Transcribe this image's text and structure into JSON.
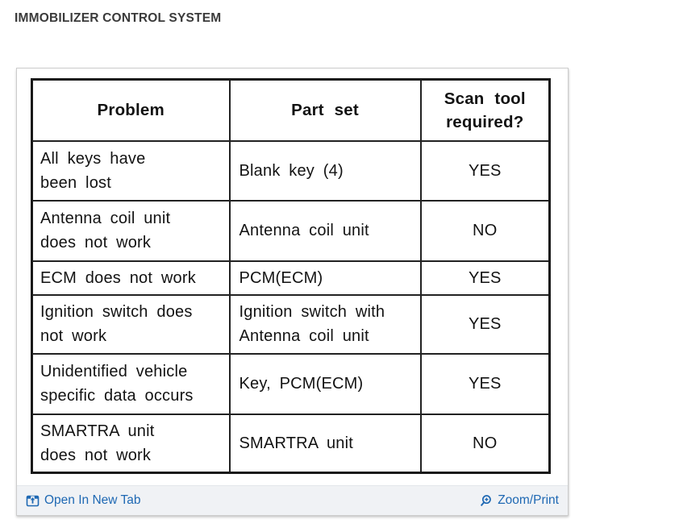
{
  "page": {
    "title": "IMMOBILIZER CONTROL SYSTEM"
  },
  "viewer": {
    "table": {
      "headers": [
        "Problem",
        "Part set",
        "Scan tool\nrequired?"
      ],
      "rows": [
        {
          "problem": "All keys have\nbeen lost",
          "part_set": "Blank key (4)",
          "scan_tool_required": "YES"
        },
        {
          "problem": "Antenna coil unit\ndoes not work",
          "part_set": "Antenna coil unit",
          "scan_tool_required": "NO"
        },
        {
          "problem": "ECM does not work",
          "part_set": "PCM(ECM)",
          "scan_tool_required": "YES"
        },
        {
          "problem": "Ignition switch does\nnot work",
          "part_set": "Ignition switch with\nAntenna coil unit",
          "scan_tool_required": "YES"
        },
        {
          "problem": "Unidentified vehicle\nspecific data occurs",
          "part_set": "Key, PCM(ECM)",
          "scan_tool_required": "YES"
        },
        {
          "problem": "SMARTRA unit\ndoes not work",
          "part_set": "SMARTRA unit",
          "scan_tool_required": "NO"
        }
      ]
    },
    "footer": {
      "open_in_new_tab_label": "Open In New Tab",
      "zoom_print_label": "Zoom/Print",
      "icons": {
        "open_in_new_tab": "window-with-up-arrow",
        "zoom_print": "magnifier-plus"
      }
    }
  },
  "colors": {
    "link_blue": "#1e68b3",
    "footer_bg": "#f0f2f5",
    "panel_border": "#cccccc",
    "scan_ink": "#161616",
    "title_text": "#3a3a3a"
  }
}
